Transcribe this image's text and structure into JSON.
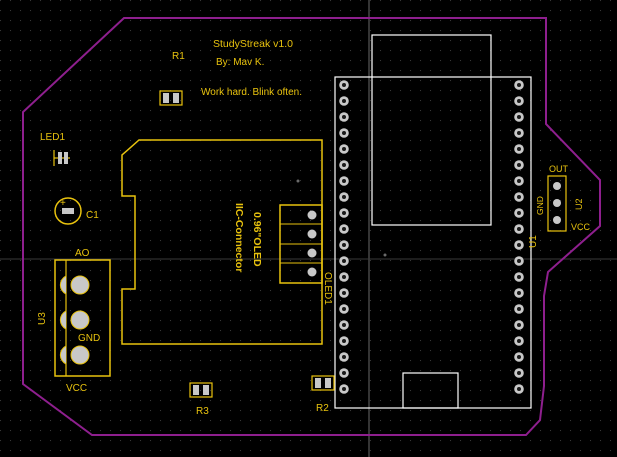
{
  "colors": {
    "background": "#000000",
    "grid": "#2a2a2a",
    "board_outline": "#8e1f8e",
    "silkscreen": "#e8c20e",
    "outline_white": "#ffffff",
    "pad": "#c8c8c8",
    "pad_dark": "#1a1a1a"
  },
  "text": {
    "title": "StudyStreak v1.0",
    "author": "By: Mav K.",
    "motto": "Work hard. Blink often.",
    "r1": "R1",
    "r2": "R2",
    "r3": "R3",
    "led1": "LED1",
    "c1": "C1",
    "u1": "U1",
    "u2": "U2",
    "u3": "U3",
    "oled1": "OLED1",
    "oled_title": "0.96\"OLED",
    "oled_sub": "IIC-Connector",
    "u2_out": "OUT",
    "u2_gnd": "GND",
    "u2_vcc": "VCC",
    "u3_ao": "AO",
    "u3_gnd": "GND",
    "u3_vcc": "VCC"
  },
  "icons": {
    "mcu_pin_header": "pin-header-icon",
    "mounting_pad": "pad-icon",
    "crosshair": "crosshair-icon"
  }
}
